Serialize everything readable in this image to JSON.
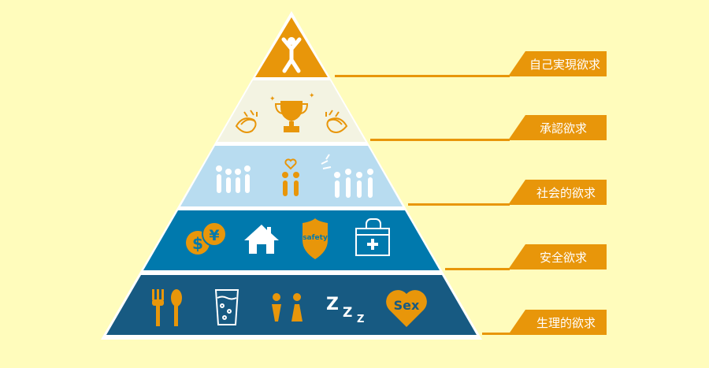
{
  "colors": {
    "background": "#fffcbc",
    "accent": "#e8960a",
    "level1": "#e8960a",
    "level2": "#f3f3e2",
    "level3": "#b8dcf0",
    "level4": "#0079ad",
    "level5": "#175a82"
  },
  "levels": [
    {
      "label": "自己実現欲求",
      "icons": [
        "person-cheering-icon"
      ]
    },
    {
      "label": "承認欲求",
      "icons": [
        "clapping-hands-icon",
        "trophy-icon",
        "clapping-hands-icon"
      ]
    },
    {
      "label": "社会的欲求",
      "icons": [
        "group-people-icon",
        "couple-heart-icon",
        "group-people-icon"
      ]
    },
    {
      "label": "安全欲求",
      "icons": [
        "coins-icon",
        "house-icon",
        "shield-icon",
        "first-aid-kit-icon"
      ],
      "shield_text": "safety"
    },
    {
      "label": "生理的欲求",
      "icons": [
        "fork-spoon-icon",
        "water-glass-icon",
        "toilet-people-icon",
        "sleep-zzz-icon",
        "heart-icon"
      ],
      "zzz_text": "Z",
      "heart_text": "Sex",
      "coin_texts": [
        "$",
        "¥"
      ]
    }
  ]
}
